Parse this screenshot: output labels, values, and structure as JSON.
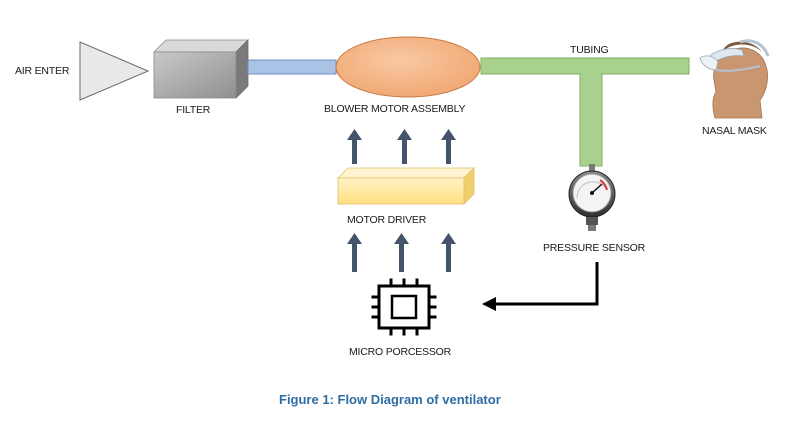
{
  "labels": {
    "air_enter": "AIR ENTER",
    "filter": "FILTER",
    "blower": "BLOWER MOTOR ASSEMBLY",
    "tubing": "TUBING",
    "nasal_mask": "NASAL MASK",
    "motor_driver": "MOTOR DRIVER",
    "pressure_sensor": "PRESSURE SENSOR",
    "micro_processor": "MICRO PORCESSOR"
  },
  "caption": "Figure 1: Flow Diagram of ventilator",
  "colors": {
    "air_enter_fill": "#e6e6e6",
    "filter_fill": "#a8a8a8",
    "pipe_blue": "#a9c2e6",
    "blower_fill": "#f4b183",
    "tubing_green": "#a9d18e",
    "motor_driver_fill": "#ffe699",
    "arrow_dark": "#44546a",
    "feedback_line": "#000000",
    "caption_color": "#2e6da4"
  },
  "icons": {
    "gauge": "pressure-gauge-icon",
    "chip": "microchip-icon",
    "mask": "nasal-mask-person-icon"
  }
}
